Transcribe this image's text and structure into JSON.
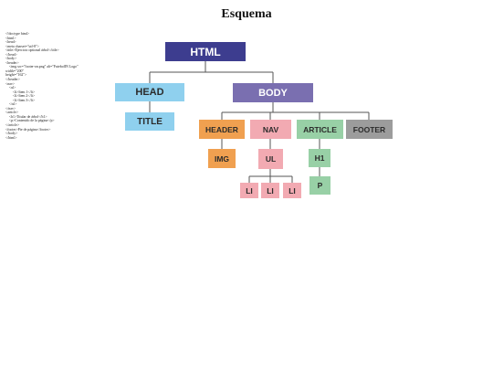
{
  "title": "Esquema",
  "code_lines": [
    "<!doctype html>",
    "<html>",
    "<head>",
    "<meta charset=\"utf-8\">",
    "<title>Ejercicio optional árbol</title>",
    "</head>",
    "<body>",
    "<header>",
    "    <img src=\"footer-on.png\" alt=\"FutebolIN Logo\"",
    "width=\"200\"",
    "height=\"162\">",
    "</header>",
    "<nav>",
    "    <ul>",
    "        <li>Item 1</li>",
    "        <li>Item 2</li>",
    "        <li>Item 3</li>",
    "    </ul>",
    "</nav>",
    "<article>",
    "    <h1>Titular de árbol</h1>",
    "    <p>Contenido de la página</p>",
    "</article>",
    "<footer>Pie de página</footer>",
    "</body>",
    "</html>"
  ],
  "tree": {
    "html": "HTML",
    "head": "HEAD",
    "title": "TITLE",
    "body": "BODY",
    "header": "HEADER",
    "img": "IMG",
    "nav": "NAV",
    "ul": "UL",
    "li_1": "LI",
    "li_2": "LI",
    "li_3": "LI",
    "article": "ARTICLE",
    "h1": "H1",
    "p": "P",
    "footer": "FOOTER"
  },
  "colors": {
    "html": "#3d3d8f",
    "head": "#8fd0ee",
    "body": "#7a6fb0",
    "header": "#f0a050",
    "nav": "#f2aab2",
    "article": "#98d0a6",
    "footer": "#9c9c9c",
    "connector": "#555555"
  }
}
